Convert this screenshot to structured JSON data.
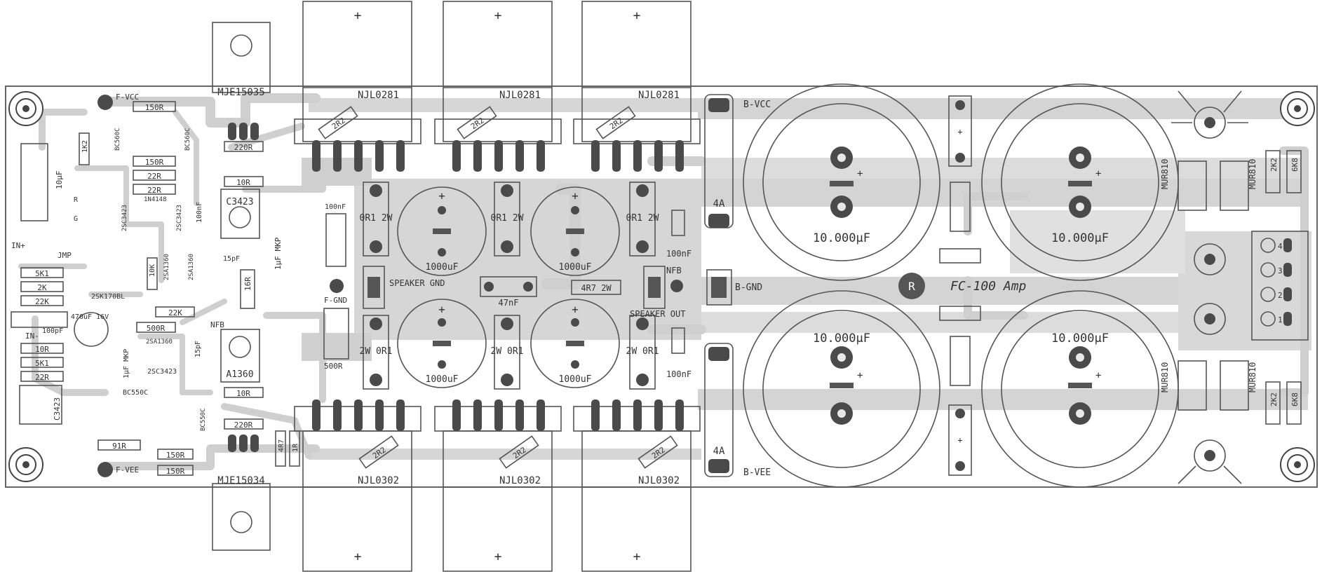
{
  "board": {
    "title": "FC-100 Amp",
    "colors": {
      "copper": "#d0d0d0",
      "silk": "#555555",
      "pad": "#4a4a4a",
      "board": "#ffffff"
    }
  },
  "transistors": {
    "top": [
      "NJL0281",
      "NJL0281",
      "NJL0281"
    ],
    "bottom": [
      "NJL0302",
      "NJL0302",
      "NJL0302"
    ],
    "driver_top": "MJE15035",
    "driver_bottom": "MJE15034",
    "vas_top": "C3423",
    "vas_bottom": "A1360",
    "small": [
      "2SC3423",
      "2SA1360",
      "2SA1360",
      "2SC3423",
      "2SC3423",
      "2SK170BL",
      "BC560C",
      "BC560C",
      "BC550C",
      "BC550C",
      "C3423"
    ]
  },
  "caps": {
    "big": [
      "10.000µF",
      "10.000µF",
      "10.000µF",
      "10.000µF"
    ],
    "mid": [
      "1000uF",
      "1000uF",
      "1000uF",
      "1000uF"
    ],
    "film": [
      "47nF",
      "100nF",
      "100nF",
      "100nF",
      "100nF",
      "1µF MKP",
      "10µF",
      "100pF",
      "15pF",
      "15pF",
      "470uF 16V"
    ]
  },
  "resistors": {
    "emitter": [
      "0R1 2W",
      "0R1 2W",
      "0R1 2W",
      "2W 0R1",
      "2W 0R1",
      "2W 0R1"
    ],
    "top_area": [
      "2R2",
      "2R2",
      "2R2"
    ],
    "bottom_area": [
      "2R2",
      "2R2",
      "2R2"
    ],
    "left": [
      "150R",
      "150R",
      "22R",
      "22R",
      "220R",
      "10R",
      "5K1",
      "2K",
      "22K",
      "10R",
      "5K1",
      "22R",
      "22K",
      "500R",
      "10K",
      "16R",
      "91R",
      "150R",
      "150R",
      "10R",
      "220R",
      "4R7",
      "1R",
      "1K2",
      "4R7 2W"
    ],
    "right": [
      "2K2",
      "6K8",
      "2K2",
      "6K8"
    ]
  },
  "labels": {
    "b_vcc": "B-VCC",
    "b_gnd": "B-GND",
    "b_vee": "B-VEE",
    "f_vcc": "F-VCC",
    "f_vee": "F-VEE",
    "f_gnd": "F-GND",
    "speaker_gnd": "SPEAKER GND",
    "speaker_out": "SPEAKER OUT",
    "nfb": "NFB",
    "nfb2": "NFB",
    "in_plus": "IN+",
    "in_minus": "IN-",
    "jmp": "JMP",
    "fuse_top": "4A",
    "fuse_bottom": "4A",
    "diode_top": "MUR810",
    "diode_top2": "MUR810",
    "diode_bot": "MUR810",
    "diode_bot2": "MUR810",
    "trim": "500R",
    "diode_small": "1N4148",
    "mkp": "1µF MKP",
    "r_g": "R",
    "g": "G",
    "conn_pins": [
      "4",
      "3",
      "2",
      "1"
    ]
  }
}
